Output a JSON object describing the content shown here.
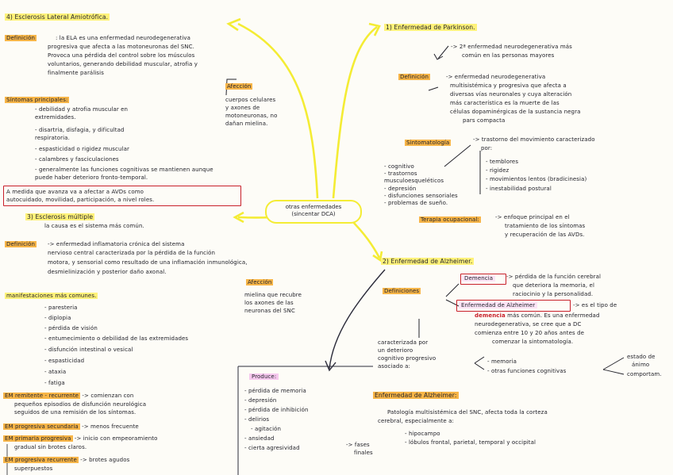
{
  "center": {
    "line1": "otras enfermedades",
    "line2": "(sincentar DCA)"
  },
  "ela": {
    "title": "4) Esclerosis Lateral Amiotrófica.",
    "def_label": "Definición",
    "def_lines": [
      ": la ELA es una enfermedad neurodegenerativa",
      "progresiva que afecta a las motoneuronas del SNC.",
      "Provoca una pérdida del control sobre los músculos",
      "voluntarios, generando debilidad muscular, atrofia y",
      "finalmente parálisis"
    ],
    "sintomas_label": "Síntomas principales:",
    "sintomas": [
      "- debilidad y atrofia muscular en",
      "  extremidades.",
      "- disartria, disfagia, y dificultad",
      "  respiratoria.",
      "- espasticidad o rigidez muscular",
      "- calambres y fasciculaciones",
      "- generalmente las funciones cognitivas se mantienen aunque",
      "  puede haber deterioro fronto-temporal."
    ],
    "afeccion_label": "Afección",
    "afeccion_lines": [
      "cuerpos celulares",
      "y axones de",
      "motoneuronas, no",
      "dañan mielina."
    ],
    "red_box_lines": [
      "A medida que avanza va a afectar a AVDs como",
      "autocuidado, movilidad, participación, a nivel roles."
    ]
  },
  "em": {
    "title": "3) Esclerosis múltiple",
    "subtitle": "la causa es el sistema más común.",
    "def_label": "Definición",
    "def_lines": [
      "-> enfermedad inflamatoria crónica del sistema",
      "nervioso central caracterizada por la pérdida de la función",
      "motora, y sensorial como resultado de una inflamación inmunológica,",
      "desmielinización y posterior daño axonal."
    ],
    "manif_label": "manifestaciones más comunes.",
    "manif": [
      "- paresteria",
      "- diplopia",
      "- pérdida de visión",
      "- entumecimiento o debilidad de las extremidades",
      "- disfunción intestinal o vesical",
      "- espasticidad",
      "- ataxia",
      "- fatiga"
    ],
    "afeccion_label": "Afección",
    "afeccion_lines": [
      "mielina que recubre",
      "los axones de las",
      "neuronas del SNC"
    ],
    "types": [
      {
        "label": "EM remitente - recurrente",
        "text": "-> comienzan con"
      },
      {
        "label": "",
        "text": "pequeños episodios de disfunción neurológica"
      },
      {
        "label": "",
        "text": "seguidos de una remisión de los síntomas."
      },
      {
        "label": "EM progresiva secundaria",
        "text": "-> menos frecuente"
      },
      {
        "label": "EM primaria progresiva",
        "text": "-> inicio con empeoramiento"
      },
      {
        "label": "",
        "text": "gradual sin brotes claros."
      },
      {
        "label": "EM progresiva recurrente",
        "text": "-> brotes agudos"
      },
      {
        "label": "",
        "text": "superpuestos"
      }
    ],
    "produce_label": "Produce:",
    "produce": [
      "- pérdida de memoria",
      "- depresión",
      "- pérdida de inhibición",
      "- delirios",
      "- agitación",
      "- ansiedad",
      "- cierta agresividad"
    ],
    "produce_side": [
      "-> fases",
      "finales"
    ]
  },
  "parkinson": {
    "title": "1) Enfermedad de Parkinson.",
    "intro": [
      "-> 2ª enfermedad neurodegenerativa más",
      "común en las personas mayores"
    ],
    "def_label": "Definición",
    "def_lines": [
      "-> enfermedad neurodegenerativa",
      "multisistémica y progresiva que afecta a",
      "diversas vías neuronales y cuya alteración",
      "más característica es la muerte de las",
      "células dopaminérgicas de la sustancia negra",
      "pars compacta"
    ],
    "sinto_label": "Sintomatología",
    "sinto_text": [
      "-> trastorno del movimiento caracterizado",
      "por:"
    ],
    "left_list": [
      "- cognitivo",
      "- trastornos",
      "  musculoesqueléticos",
      "- depresión",
      "- disfunciones sensoriales",
      "- problemas de sueño."
    ],
    "right_list": [
      "- temblores",
      "- rigidez",
      "- movimientos lentos (bradicinesia)",
      "- inestabilidad postural"
    ],
    "terapia_label": "Terapia ocupacional:",
    "terapia_text": [
      "-> enfoque principal en el",
      "tratamiento de los síntomas",
      "y recuperación de las AVDs."
    ]
  },
  "alzheimer": {
    "title": "2) Enfermedad de Alzheimer.",
    "def_label": "Definiciones",
    "demencia_label": "Demencia",
    "demencia_text": [
      "-> pérdida de la función cerebral",
      "que deteriora la memoria, el",
      "raciocinio y la personalidad."
    ],
    "ea_label": "Enfermedad de Alzheimer",
    "ea_text_a": "-> es el tipo de",
    "ea_red": "demencia",
    "ea_text_b": " más común. Es una enfermedad",
    "ea_text_lines": [
      "neurodegenerativa, se cree que a DC",
      "comienza entre 10 y 20 años antes de",
      "comenzar la sintomatología."
    ],
    "caract_lines": [
      "caracterizada por",
      "un deterioro",
      "cognitivo progresivo",
      "asociado a:"
    ],
    "caract_items": [
      "- memoria",
      "- otras funciones cognitivas"
    ],
    "caract_side": [
      "estado de",
      "ánimo",
      "comportam."
    ],
    "second_title": "Enfermedad de Alzheimer:",
    "second_lines": [
      "Patología multisistémica del SNC, afecta toda la corteza",
      "cerebral, especialmente a:",
      "- hipocampo",
      "- lóbulos frontal, parietal, temporal y occipital"
    ]
  }
}
